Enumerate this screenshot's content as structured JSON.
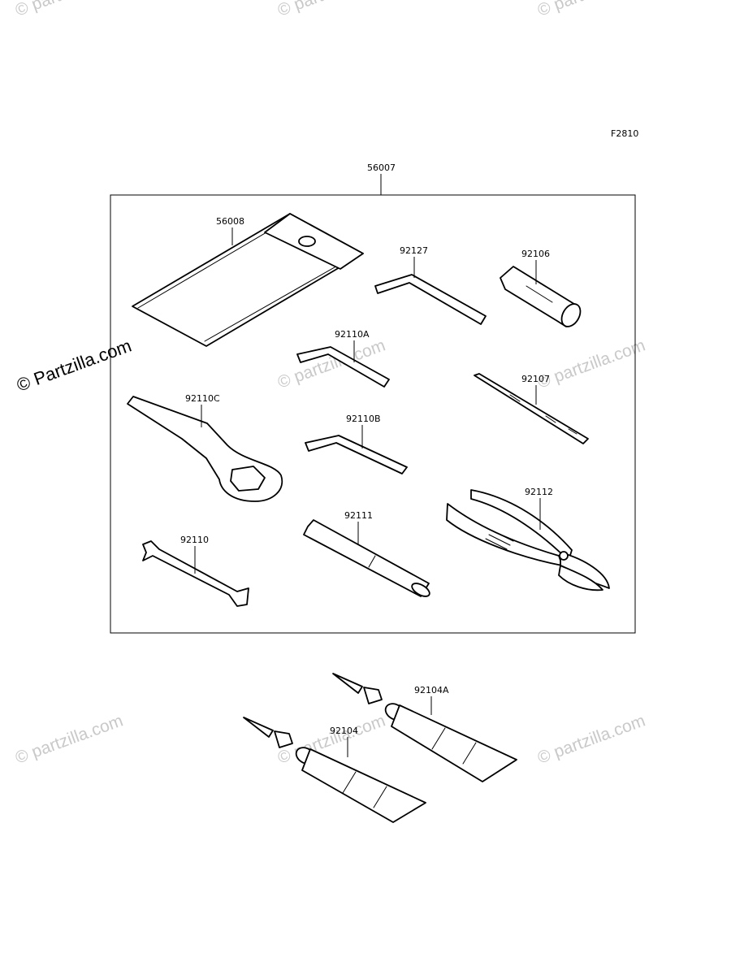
{
  "figure_code": "F2810",
  "brand_watermark": "© Partzilla.com",
  "watermark_text": "© partzilla.com",
  "parts": {
    "kit": "56007",
    "pouch": "56008",
    "hex_key_large": "92127",
    "socket": "92106",
    "hex_key_a": "92110A",
    "screwdriver": "92107",
    "ring_wrench": "92110C",
    "hex_key_b": "92110B",
    "handle": "92111",
    "pliers": "92112",
    "open_wrench": "92110",
    "tube_a": "92104A",
    "tube": "92104"
  }
}
